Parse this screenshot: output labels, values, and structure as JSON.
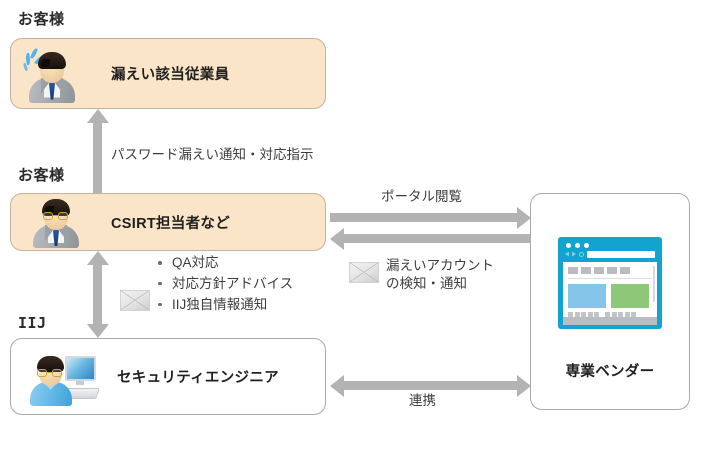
{
  "diagram": {
    "title_text_present": false,
    "group_labels": [
      {
        "id": "customer-top",
        "text": "お客様"
      },
      {
        "id": "customer-mid",
        "text": "お客様"
      },
      {
        "id": "iij",
        "text": "IIJ"
      }
    ],
    "nodes": [
      {
        "id": "leaked-employee",
        "label": "漏えい該当従業員",
        "icon": "businessman-panic-avatar-icon",
        "fill": "#fae5c8",
        "border": "#c3b49c"
      },
      {
        "id": "csirt-staff",
        "label": "CSIRT担当者など",
        "icon": "businessman-glasses-avatar-icon",
        "fill": "#fae5c8",
        "border": "#c3b49c"
      },
      {
        "id": "security-engineer",
        "label": "セキュリティエンジニア",
        "icon": "engineer-with-computer-icon",
        "fill": "#ffffff",
        "border": "#a9a9a9"
      },
      {
        "id": "specialist-vendor",
        "label": "専業ベンダー",
        "icon": "browser-window-icon",
        "fill": "#ffffff",
        "border": "#a9a9a9"
      }
    ],
    "edges": [
      {
        "id": "password-leak-notice",
        "label": "パスワード漏えい通知・対応指示",
        "direction": "up",
        "from": "csirt-staff",
        "to": "leaked-employee"
      },
      {
        "id": "csirt-engineer-support",
        "label_lines": [
          "QA対応",
          "対応方針アドバイス",
          "IIJ独自情報通知"
        ],
        "direction": "both-vertical",
        "icon": "mail-envelope-icon",
        "from": "csirt-staff",
        "to": "security-engineer"
      },
      {
        "id": "portal-browsing",
        "label": "ポータル閲覧",
        "direction": "right",
        "from": "csirt-staff",
        "to": "specialist-vendor"
      },
      {
        "id": "leaked-account-detection",
        "label_line1": "漏えいアカウント",
        "label_line2": "の検知・通知",
        "direction": "left",
        "icon": "mail-envelope-icon",
        "from": "specialist-vendor",
        "to": "csirt-staff"
      },
      {
        "id": "cooperation",
        "label": "連携",
        "direction": "both-horizontal",
        "from": "security-engineer",
        "to": "specialist-vendor"
      }
    ],
    "colors": {
      "customer_box_fill": "#fae5c8",
      "iij_box_fill": "#ffffff",
      "arrow_gray": "#b3b3b3",
      "browser_accent": "#12a4cf",
      "browser_card_blue": "#85c5ea",
      "browser_card_green": "#8cc878",
      "text_dark": "#1f1f1f",
      "label_gray": "#3d3d3d"
    }
  }
}
